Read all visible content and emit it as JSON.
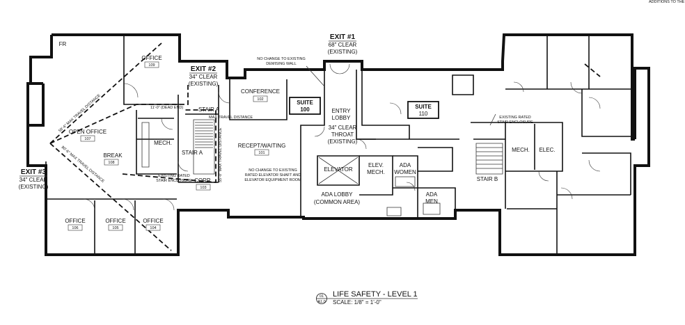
{
  "corner_note": "ADDITIONS TO THE",
  "exits": {
    "exit1": {
      "title": "EXIT #1",
      "clear": "68\" CLEAR",
      "status": "(EXISTING)"
    },
    "exit2": {
      "title": "EXIT #2",
      "clear": "34\" CLEAR",
      "status": "(EXISTING)"
    },
    "exit3": {
      "title": "EXIT #3",
      "clear": "34\" CLEAR",
      "status": "(EXISTING)"
    }
  },
  "rooms": {
    "office_109": {
      "name": "OFFICE",
      "number": "109"
    },
    "open_office_107": {
      "name": "OPEN OFFICE",
      "number": "107"
    },
    "break_108": {
      "name": "BREAK",
      "number": "108"
    },
    "mech_left": {
      "name": "MECH."
    },
    "stair_a_top": {
      "name": "STAIR A"
    },
    "stair_a": {
      "name": "STAIR A"
    },
    "corr_103": {
      "name": "CORR.",
      "number": "103"
    },
    "conference_102": {
      "name": "CONFERENCE",
      "number": "102"
    },
    "recept_101": {
      "name": "RECEPT/WAITING",
      "number": "101"
    },
    "suite_100": {
      "name": "SUITE",
      "number": "100"
    },
    "suite_110": {
      "name": "SUITE",
      "number": "110"
    },
    "entry_lobby": {
      "line1": "ENTRY",
      "line2": "LOBBY"
    },
    "elevator": {
      "name": "ELEVATOR"
    },
    "elev_mech": {
      "line1": "ELEV.",
      "line2": "MECH."
    },
    "ada_women": {
      "line1": "ADA",
      "line2": "WOMEN"
    },
    "ada_men": {
      "line1": "ADA",
      "line2": "MEN"
    },
    "ada_lobby": {
      "line1": "ADA LOBBY",
      "line2": "(COMMON AREA)"
    },
    "stair_b": {
      "name": "STAIR B"
    },
    "mech_right": {
      "name": "MECH."
    },
    "elec": {
      "name": "ELEC."
    },
    "office_106": {
      "name": "OFFICE",
      "number": "106"
    },
    "office_105": {
      "name": "OFFICE",
      "number": "105"
    },
    "office_104": {
      "name": "OFFICE",
      "number": "104"
    }
  },
  "notes": {
    "demising_wall": {
      "line1": "NO CHANGE TO EXISTING",
      "line2": "DEMISING WALL"
    },
    "dead_end": "11'-0\" (DEAD END)",
    "throat": {
      "line1": "34\" CLEAR",
      "line2": "THROAT",
      "line3": "(EXISTING)"
    },
    "elevator_shaft": {
      "line1": "NO CHANGE TO EXISTING",
      "line2": "RATED ELEVATOR SHAFT AND",
      "line3": "ELEVATOR EQUIPMENT ROOM"
    },
    "rated_stair_left": {
      "line1": "EXISTING RATED",
      "line2": "STAIR ENCLOSURE"
    },
    "rated_stair_right": {
      "line1": "EXISTING RATED",
      "line2": "STAIR ENCLOSURE"
    },
    "fr": "FR"
  },
  "travel_distances": {
    "upper_left": "58'-6\" MAX TRAVEL DISTANCE",
    "lower_left": "80'-6\" MAX TRAVEL DISTANCE",
    "stair_vertical": "55'-0\" MAX TRAVEL DISTANCE",
    "top_right": "MAX TRAVEL DISTANCE"
  },
  "title_block": {
    "detail_number": "01",
    "sheet_number": "A1.0",
    "title": "LIFE SAFETY - LEVEL 1",
    "scale": "SCALE: 1/8\" = 1'-0\""
  }
}
